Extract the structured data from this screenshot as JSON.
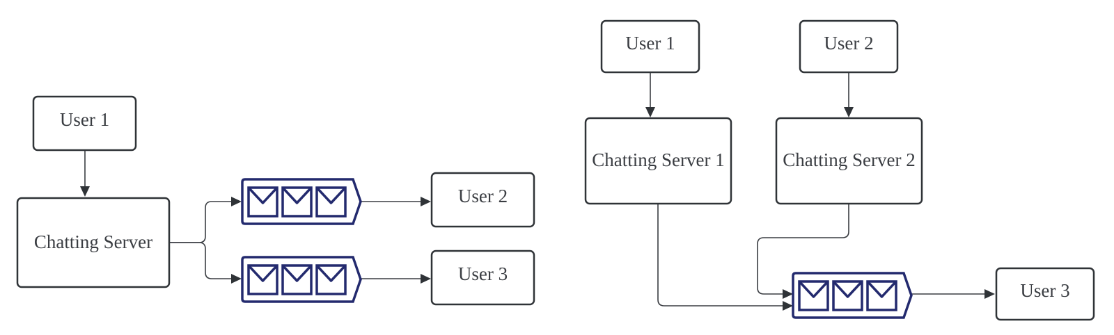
{
  "diagram_left": {
    "user1": "User 1",
    "server": "Chatting Server",
    "user2": "User 2",
    "user3": "User 3"
  },
  "diagram_right": {
    "user1": "User 1",
    "user2": "User 2",
    "server1": "Chatting Server 1",
    "server2": "Chatting Server 2",
    "user3": "User 3"
  },
  "colors": {
    "queue": "#232a6e",
    "box_stroke": "#2f3337",
    "text": "#3a3d42"
  },
  "icons": {
    "queue": "message-queue-icon",
    "message": "envelope-icon"
  }
}
